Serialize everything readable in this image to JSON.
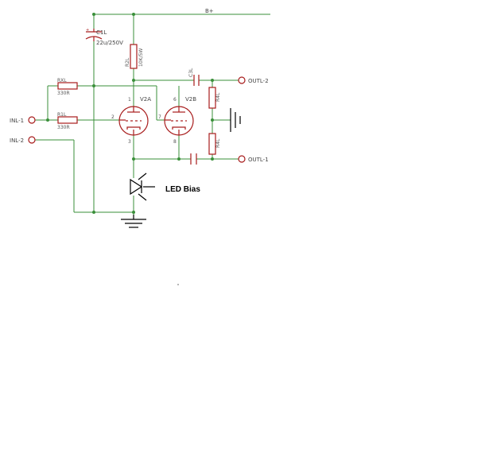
{
  "nets": {
    "supply": "B+",
    "in1": "INL-1",
    "in2": "INL-2",
    "out2": "OUTL-2",
    "out1": "OUTL-1"
  },
  "components": {
    "c1": {
      "ref": "C1L",
      "value": "22u/250V"
    },
    "r2": {
      "ref": "R2L",
      "value": "10K/5W"
    },
    "c3": {
      "ref": "C3L"
    },
    "c2": {
      "ref": ""
    },
    "rx": {
      "ref": "RXL",
      "value": "330R"
    },
    "r1": {
      "ref": "R1L",
      "value": "330R"
    },
    "r4": {
      "ref": "R4L"
    },
    "r5": {
      "ref": "R4L"
    },
    "v2a": {
      "ref": "V2A"
    },
    "v2b": {
      "ref": "V2B"
    }
  },
  "pins": {
    "a1": "1",
    "a2": "2",
    "a3": "3",
    "b6": "6",
    "b7": "7",
    "b8": "8"
  },
  "annotations": {
    "led": "LED Bias"
  }
}
